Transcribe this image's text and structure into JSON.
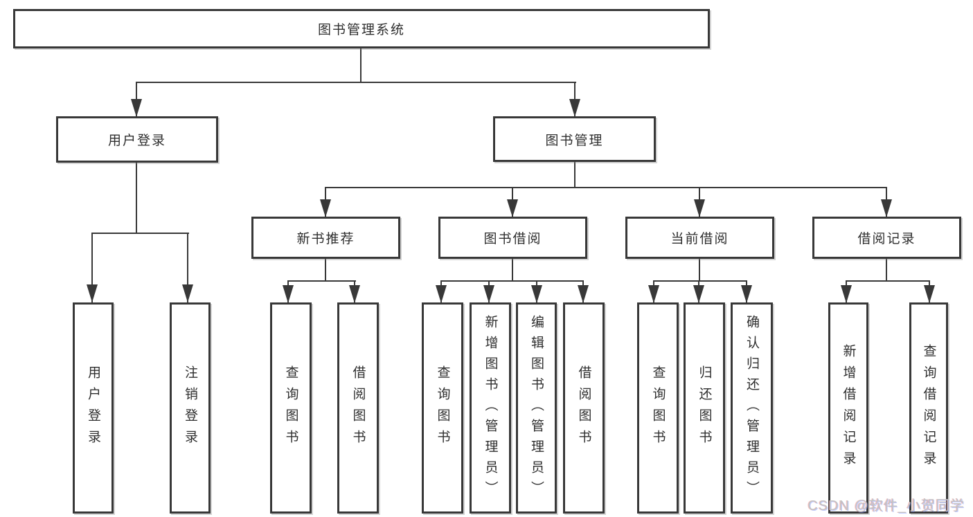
{
  "diagram_title": "图书管理系统",
  "tree": {
    "label": "图书管理系统",
    "children": [
      {
        "label": "用户登录",
        "children": [
          {
            "label": "用户登录"
          },
          {
            "label": "注销登录"
          }
        ]
      },
      {
        "label": "图书管理",
        "children": [
          {
            "label": "新书推荐",
            "children": [
              {
                "label": "查询图书"
              },
              {
                "label": "借阅图书"
              }
            ]
          },
          {
            "label": "图书借阅",
            "children": [
              {
                "label": "查询图书"
              },
              {
                "label": "新增图书（管理员）"
              },
              {
                "label": "编辑图书（管理员）"
              },
              {
                "label": "借阅图书"
              }
            ]
          },
          {
            "label": "当前借阅",
            "children": [
              {
                "label": "查询图书"
              },
              {
                "label": "归还图书"
              },
              {
                "label": "确认归还（管理员）"
              }
            ]
          },
          {
            "label": "借阅记录",
            "children": [
              {
                "label": "新增借阅记录"
              },
              {
                "label": "查询借阅记录"
              }
            ]
          }
        ]
      }
    ]
  },
  "watermark": {
    "text": "CSDN @软件_小贺同学"
  },
  "colors": {
    "background": "#ffffff",
    "line": "#383838",
    "box_border": "#383838",
    "box_fill": "#ffffff",
    "text": "#2e2e2e",
    "watermark_text": "#c3c3c3"
  }
}
